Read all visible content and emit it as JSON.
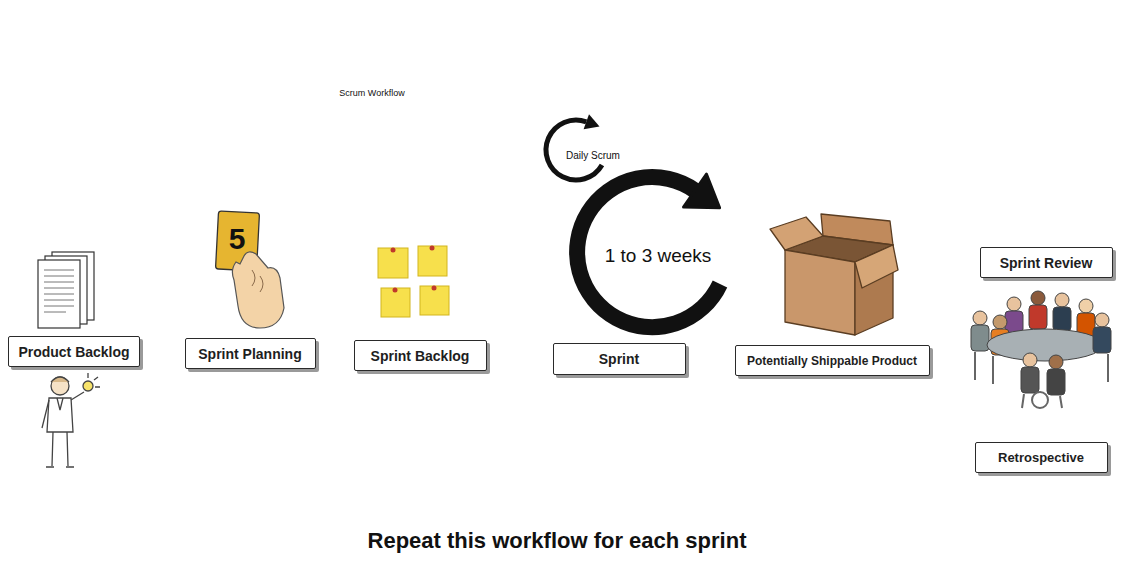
{
  "diagram": {
    "title": "Scrum Workflow",
    "caption": "Repeat this workflow for each sprint",
    "nodes": [
      {
        "text": [
          "Product Backlog"
        ]
      },
      {
        "text": [
          "Sprint Planning"
        ]
      },
      {
        "text": [
          "Sprint Backlog"
        ]
      },
      {
        "text": [
          "Sprint"
        ]
      },
      {
        "text": [
          "Potentially Shippable Product"
        ]
      },
      {
        "text": [
          "Sprint Review"
        ]
      },
      {
        "text": [
          "Retrospective"
        ]
      }
    ],
    "labels": [
      "5",
      "Daily Scrum",
      "1 to 3 weeks"
    ]
  }
}
